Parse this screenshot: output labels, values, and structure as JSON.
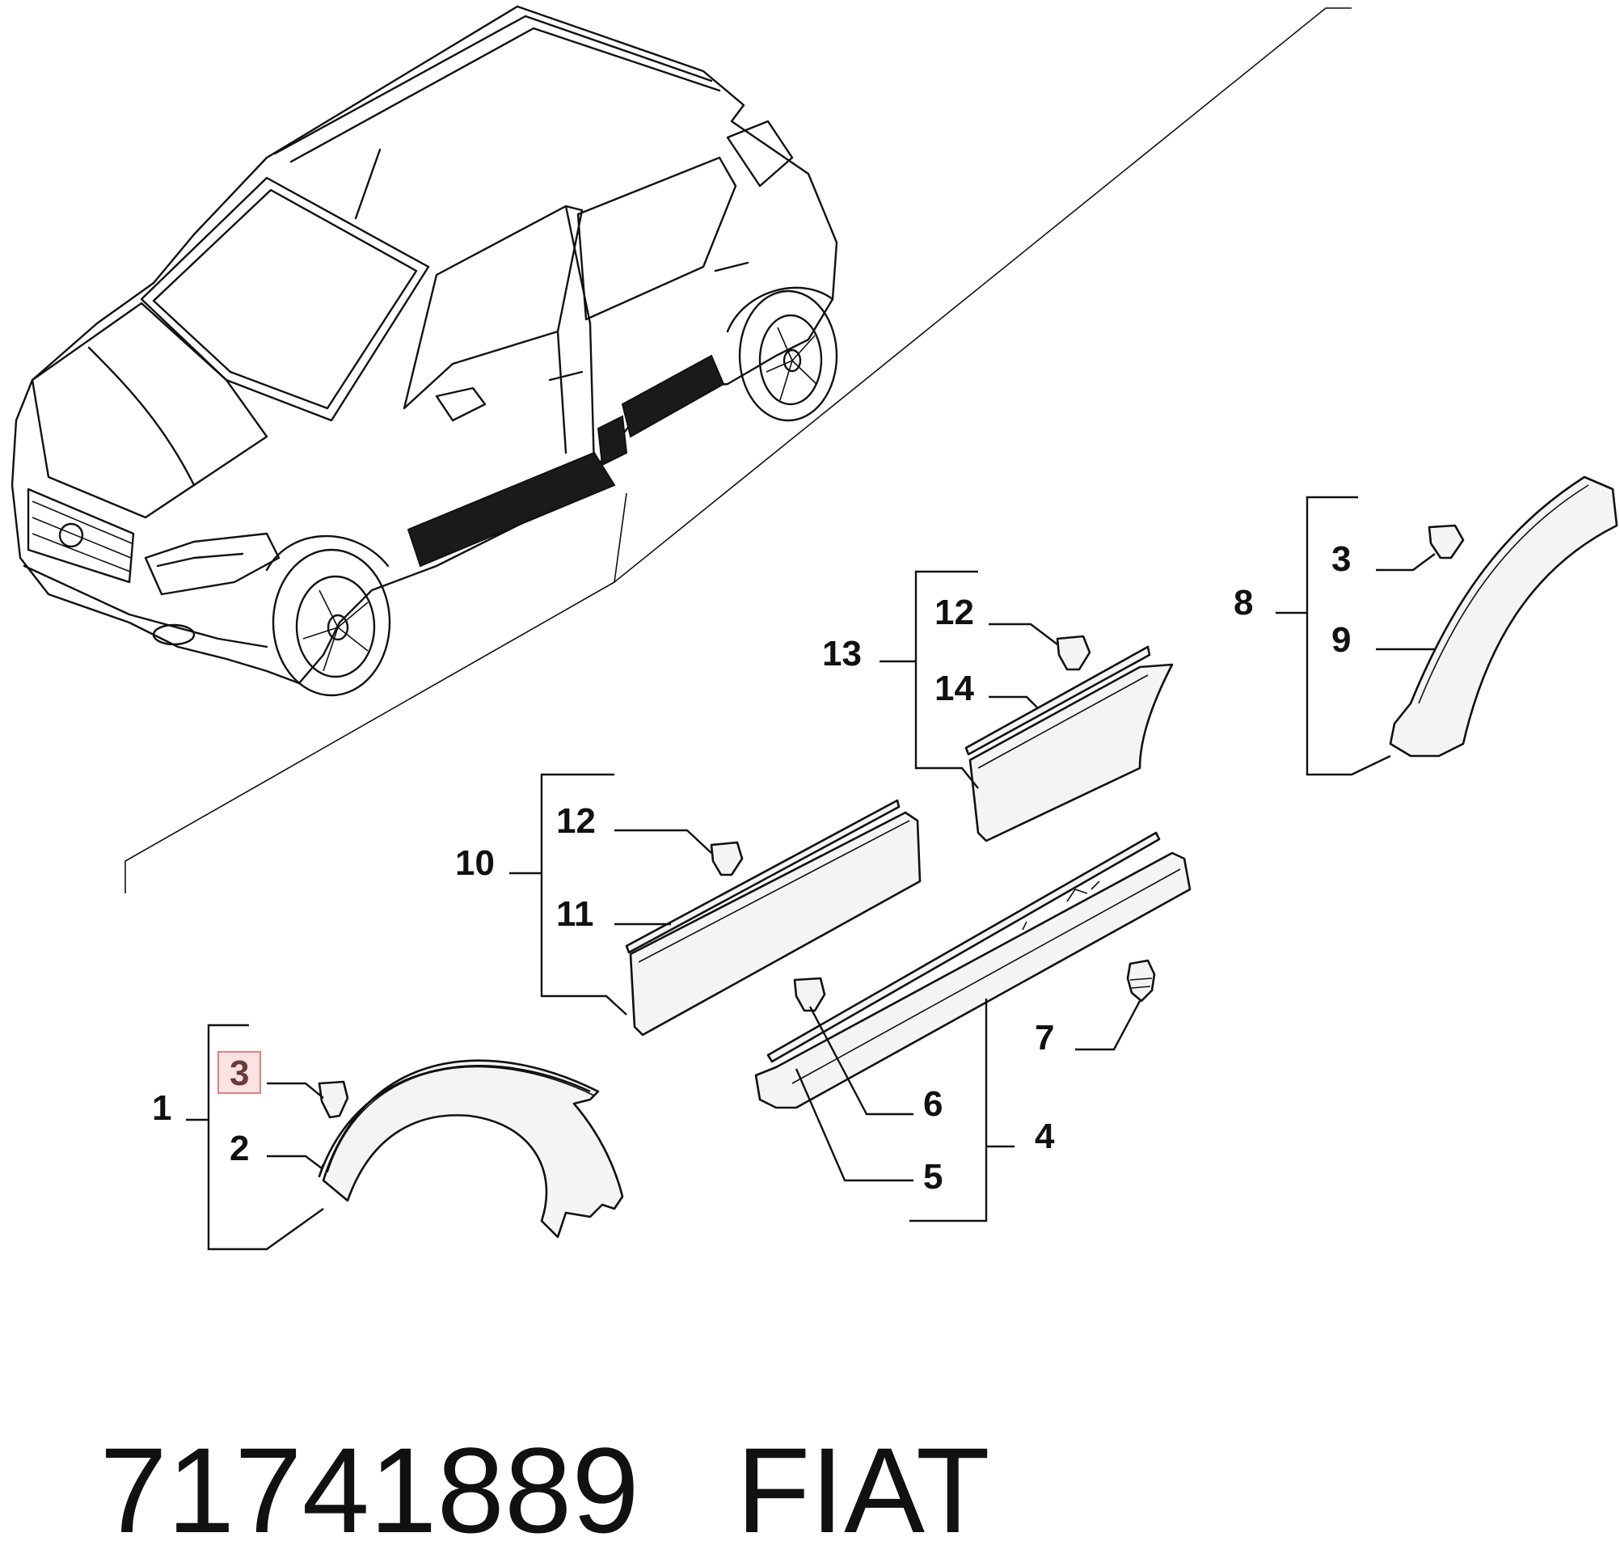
{
  "callouts": [
    {
      "id": "c1",
      "text": "1"
    },
    {
      "id": "c2",
      "text": "2"
    },
    {
      "id": "c3a",
      "text": "3",
      "highlighted": true
    },
    {
      "id": "c3b",
      "text": "3"
    },
    {
      "id": "c4",
      "text": "4"
    },
    {
      "id": "c5",
      "text": "5"
    },
    {
      "id": "c6",
      "text": "6"
    },
    {
      "id": "c7",
      "text": "7"
    },
    {
      "id": "c8",
      "text": "8"
    },
    {
      "id": "c9",
      "text": "9"
    },
    {
      "id": "c10",
      "text": "10"
    },
    {
      "id": "c11",
      "text": "11"
    },
    {
      "id": "c12a",
      "text": "12"
    },
    {
      "id": "c12b",
      "text": "12"
    },
    {
      "id": "c13",
      "text": "13"
    },
    {
      "id": "c14",
      "text": "14"
    }
  ],
  "footer": {
    "part_number": "71741889",
    "brand": "FIAT"
  },
  "colors": {
    "line": "#111111",
    "highlight_border": "#e08080",
    "highlight_fill": "#fbe3e3"
  }
}
